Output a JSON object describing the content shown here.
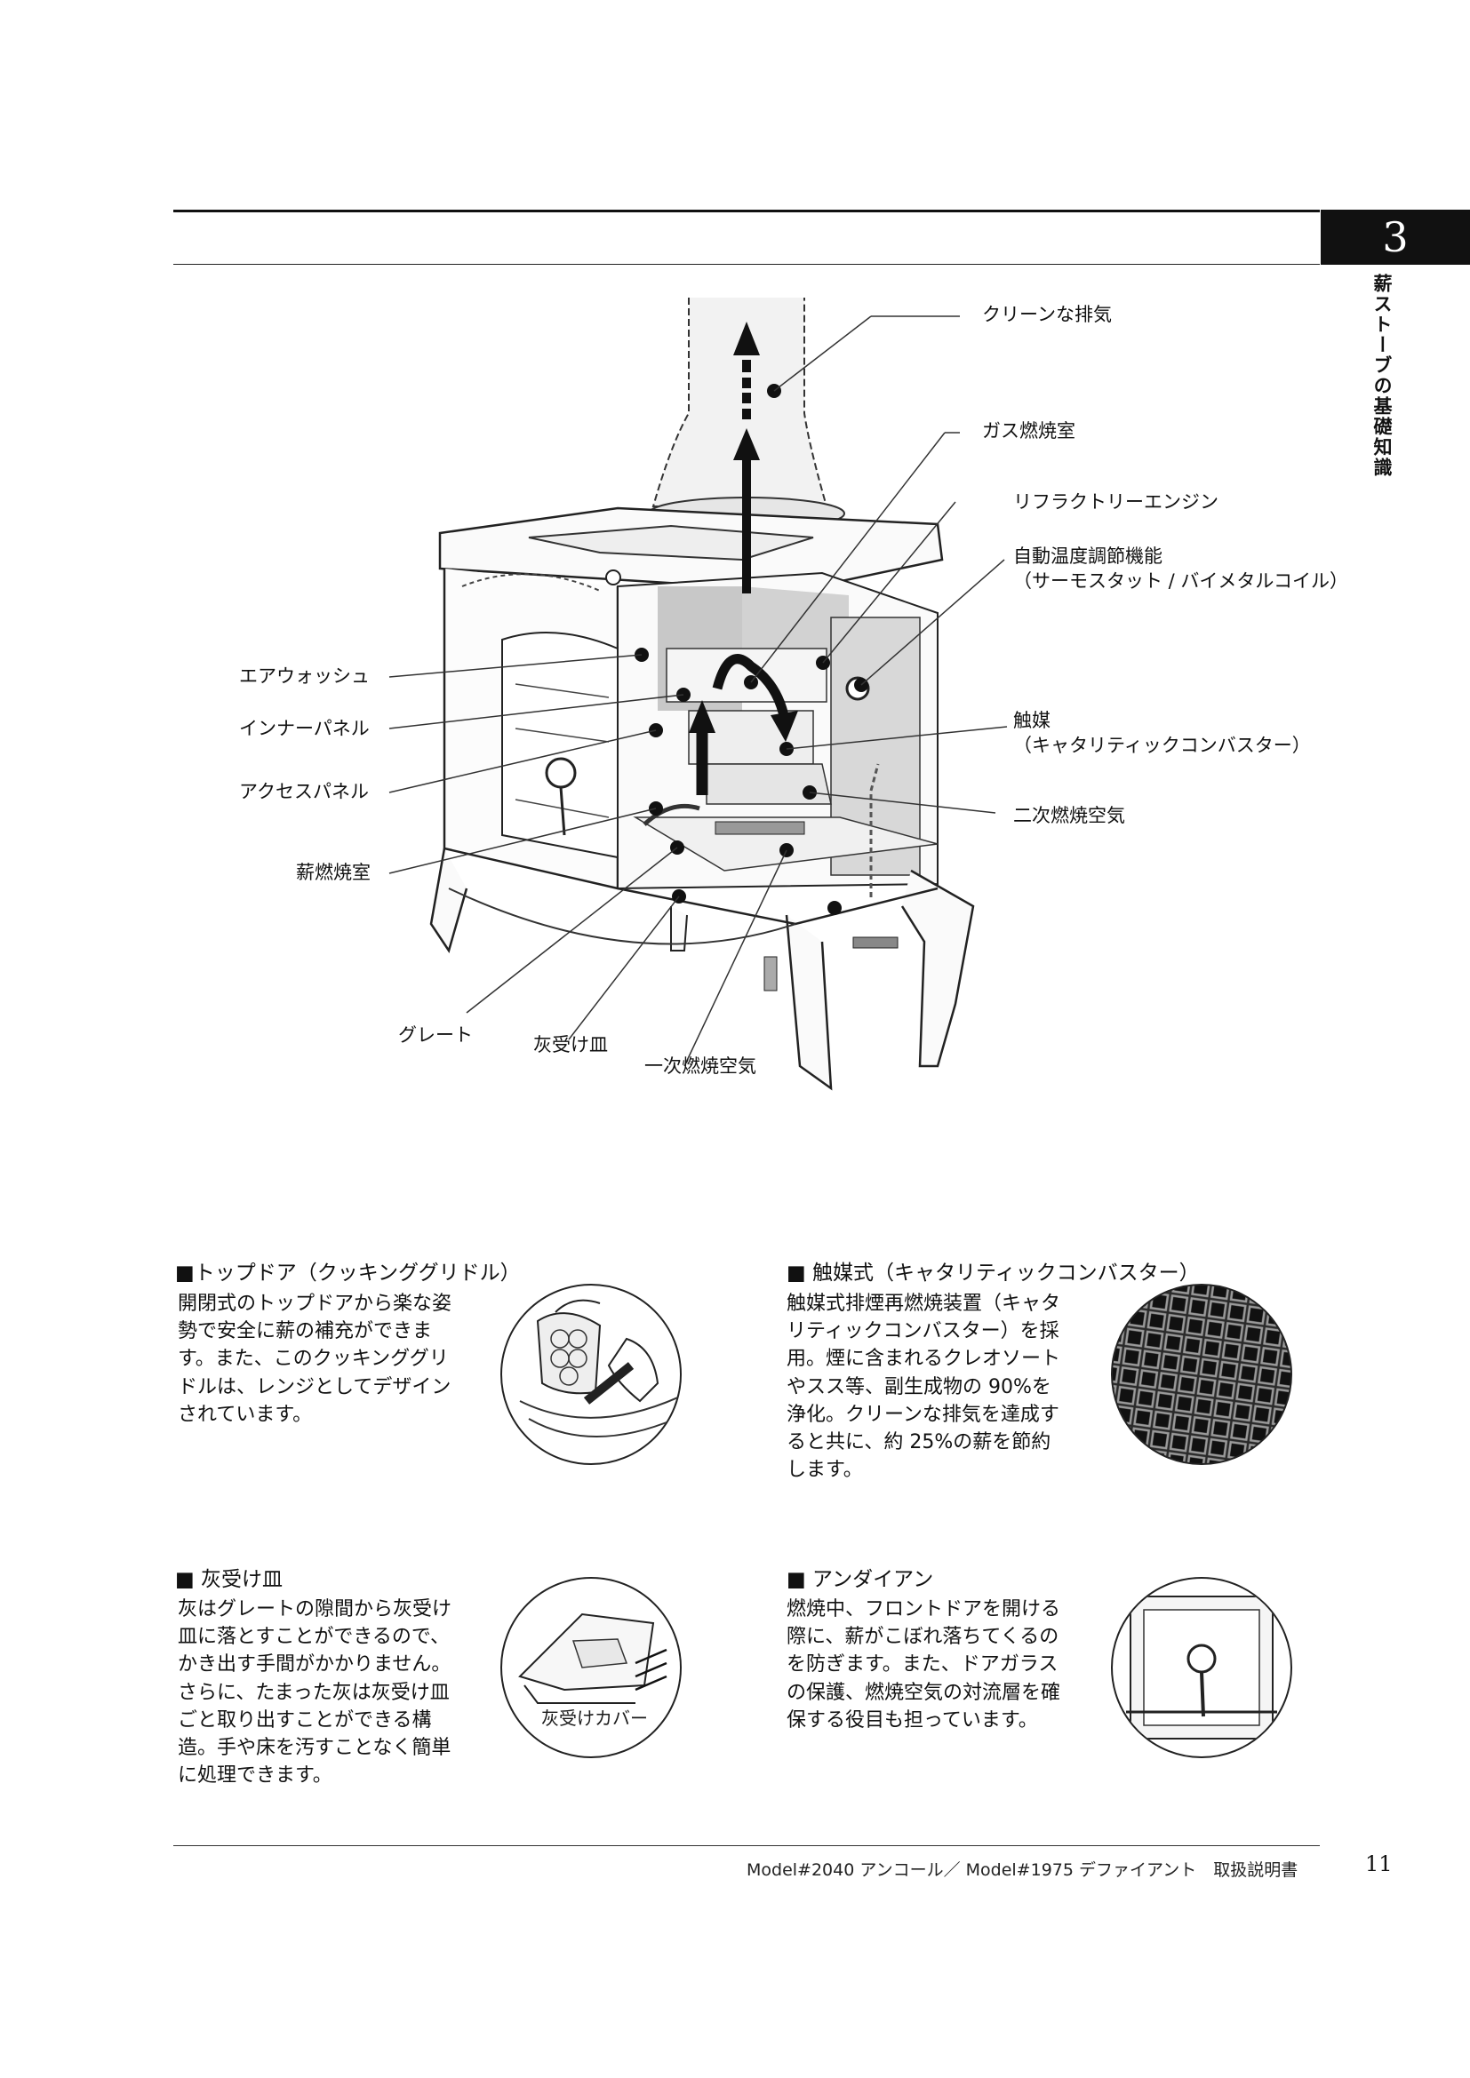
{
  "header": {
    "chapter_number": "3",
    "chapter_title": "薪ストーブの基礎知識"
  },
  "diagram": {
    "labels": {
      "clean_exhaust": "クリーンな排気",
      "gas_chamber": "ガス燃焼室",
      "refractory_engine": "リフラクトリーエンジン",
      "thermostat_line1": "自動温度調節機能",
      "thermostat_line2": "（サーモスタット / バイメタルコイル）",
      "catalyst_line1": "触媒",
      "catalyst_line2": "（キャタリティックコンバスター）",
      "secondary_air": "二次燃焼空気",
      "air_wash": "エアウォッシュ",
      "inner_panel": "インナーパネル",
      "access_panel": "アクセスパネル",
      "wood_chamber": "薪燃焼室",
      "grate": "グレート",
      "ash_pan": "灰受け皿",
      "primary_air": "一次燃焼空気"
    }
  },
  "sections": {
    "top_door": {
      "title": "■トップドア（クッキンググリドル）",
      "lines": [
        "開閉式のトップドアから楽な姿",
        "勢で安全に薪の補充ができま",
        "す。また、このクッキンググリ",
        "ドルは、レンジとしてデザイン",
        "されています。"
      ]
    },
    "catalytic": {
      "title": "■ 触媒式（キャタリティックコンバスター）",
      "lines": [
        "触媒式排煙再燃焼装置（キャタ",
        "リティックコンバスター）を採",
        "用。煙に含まれるクレオソート",
        "やスス等、副生成物の 90%を",
        "浄化。クリーンな排気を達成す",
        "ると共に、約 25%の薪を節約",
        "します。"
      ]
    },
    "ash_pan": {
      "title": "■ 灰受け皿",
      "lines": [
        "灰はグレートの隙間から灰受け",
        "皿に落とすことができるので、",
        "かき出す手間がかかりません。",
        "さらに、たまった灰は灰受け皿",
        "ごと取り出すことができる構",
        "造。手や床を汚すことなく簡単",
        "に処理できます。"
      ],
      "image_label": "灰受けカバー"
    },
    "andirons": {
      "title": "■ アンダイアン",
      "lines": [
        "燃焼中、フロントドアを開ける",
        "際に、薪がこぼれ落ちてくるの",
        "を防ぎます。また、ドアガラス",
        "の保護、燃焼空気の対流層を確",
        "保する役目も担っています。"
      ]
    }
  },
  "footer": {
    "text": "Model#2040 アンコール／ Model#1975 デファイアント　取扱説明書",
    "page_number": "11"
  }
}
